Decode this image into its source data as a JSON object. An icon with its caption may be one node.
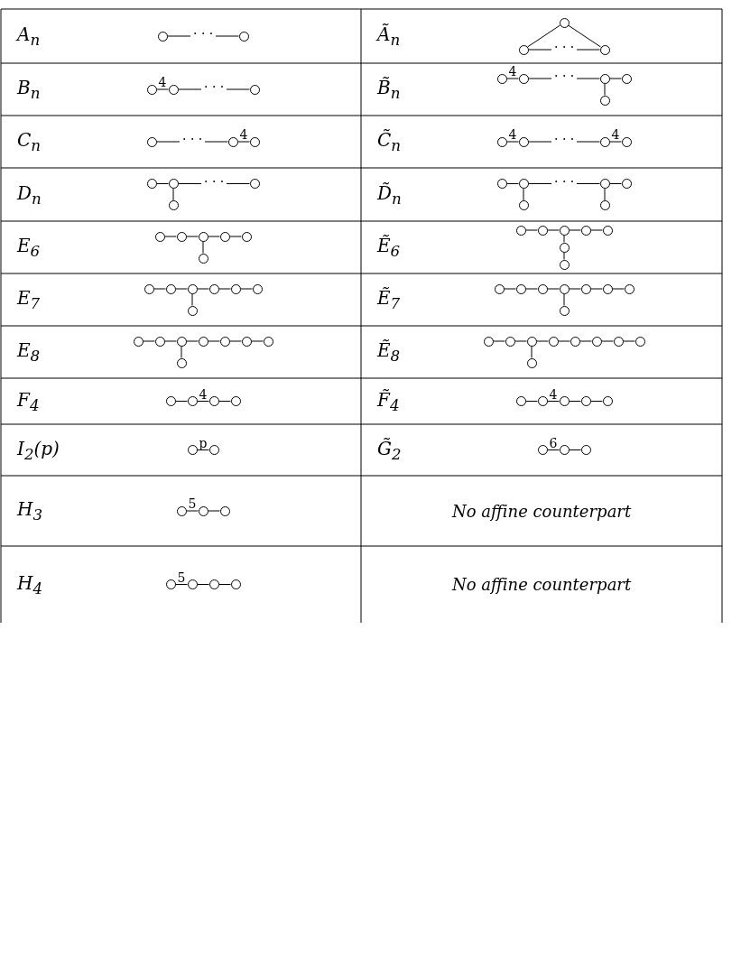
{
  "diagram": {
    "nodes": [
      {
        "text": [],
        "shape": "circle"
      },
      {
        "text": [],
        "shape": "circle"
      },
      {
        "text": [],
        "shape": "circle"
      },
      {
        "text": [],
        "shape": "circle"
      },
      {
        "text": [],
        "shape": "circle"
      },
      {
        "text": [],
        "shape": "circle"
      },
      {
        "text": [],
        "shape": "circle"
      },
      {
        "text": [],
        "shape": "circle"
      },
      {
        "text": [],
        "shape": "circle"
      },
      {
        "text": [],
        "shape": "circle"
      },
      {
        "text": [],
        "shape": "circle"
      },
      {
        "text": [],
        "shape": "circle"
      },
      {
        "text": [],
        "shape": "circle"
      },
      {
        "text": [],
        "shape": "circle"
      },
      {
        "text": [],
        "shape": "circle"
      },
      {
        "text": [],
        "shape": "circle"
      },
      {
        "text": [],
        "shape": "circle"
      },
      {
        "text": [],
        "shape": "circle"
      },
      {
        "text": [],
        "shape": "circle"
      },
      {
        "text": [],
        "shape": "circle"
      },
      {
        "text": [],
        "shape": "circle"
      },
      {
        "text": [],
        "shape": "circle"
      },
      {
        "text": [],
        "shape": "circle"
      },
      {
        "text": [],
        "shape": "circle"
      },
      {
        "text": [],
        "shape": "circle"
      },
      {
        "text": [],
        "shape": "circle"
      },
      {
        "text": [],
        "shape": "circle"
      },
      {
        "text": [],
        "shape": "circle"
      },
      {
        "text": [],
        "shape": "circle"
      },
      {
        "text": [],
        "shape": "circle"
      },
      {
        "text": [],
        "shape": "circle"
      },
      {
        "text": [],
        "shape": "circle"
      },
      {
        "text": [],
        "shape": "circle"
      },
      {
        "text": [],
        "shape": "circle"
      },
      {
        "text": [],
        "shape": "circle"
      },
      {
        "text": [],
        "shape": "circle"
      },
      {
        "text": [],
        "shape": "circle"
      },
      {
        "text": [],
        "shape": "circle"
      },
      {
        "text": [],
        "shape": "circle"
      },
      {
        "text": [],
        "shape": "circle"
      },
      {
        "text": [],
        "shape": "circle"
      },
      {
        "text": [],
        "shape": "circle"
      },
      {
        "text": [],
        "shape": "circle"
      },
      {
        "text": [],
        "shape": "circle"
      },
      {
        "text": [],
        "shape": "circle"
      },
      {
        "text": [],
        "shape": "circle"
      },
      {
        "text": [],
        "shape": "circle"
      },
      {
        "text": [],
        "shape": "circle"
      },
      {
        "text": [],
        "shape": "circle"
      },
      {
        "text": [],
        "shape": "circle"
      },
      {
        "text": [],
        "shape": "circle"
      },
      {
        "text": [],
        "shape": "circle"
      },
      {
        "text": [],
        "shape": "circle"
      },
      {
        "text": [],
        "shape": "circle"
      },
      {
        "text": [],
        "shape": "circle"
      },
      {
        "text": [],
        "shape": "circle"
      },
      {
        "text": [],
        "shape": "circle"
      },
      {
        "text": [],
        "shape": "circle"
      },
      {
        "text": [],
        "shape": "circle"
      },
      {
        "text": [],
        "shape": "circle"
      },
      {
        "text": [],
        "shape": "circle"
      },
      {
        "text": [],
        "shape": "circle"
      },
      {
        "text": [],
        "shape": "circle"
      },
      {
        "text": [],
        "shape": "circle"
      },
      {
        "text": [],
        "shape": "circle"
      },
      {
        "text": [],
        "shape": "circle"
      },
      {
        "text": [],
        "shape": "circle"
      },
      {
        "text": [],
        "shape": "circle"
      },
      {
        "text": [],
        "shape": "circle"
      },
      {
        "text": [],
        "shape": "circle"
      },
      {
        "text": [],
        "shape": "circle"
      },
      {
        "text": [],
        "shape": "circle"
      },
      {
        "text": [],
        "shape": "circle"
      },
      {
        "text": [],
        "shape": "circle"
      },
      {
        "text": [],
        "shape": "circle"
      },
      {
        "text": [],
        "shape": "circle"
      },
      {
        "text": [],
        "shape": "circle"
      },
      {
        "text": [],
        "shape": "circle"
      },
      {
        "text": [],
        "shape": "circle"
      },
      {
        "text": [],
        "shape": "circle"
      },
      {
        "text": [],
        "shape": "circle"
      },
      {
        "text": [],
        "shape": "circle"
      },
      {
        "text": [],
        "shape": "circle"
      },
      {
        "text": [],
        "shape": "circle"
      },
      {
        "text": [],
        "shape": "circle"
      },
      {
        "text": [],
        "shape": "circle"
      },
      {
        "text": [],
        "shape": "circle"
      },
      {
        "text": [],
        "shape": "circle"
      },
      {
        "text": [],
        "shape": "circle"
      },
      {
        "text": [],
        "shape": "circle"
      },
      {
        "text": [],
        "shape": "circle"
      },
      {
        "text": [],
        "shape": "circle"
      },
      {
        "text": [],
        "shape": "circle"
      },
      {
        "text": [],
        "shape": "circle"
      },
      {
        "text": [],
        "shape": "circle"
      },
      {
        "text": [],
        "shape": "circle"
      }
    ],
    "edges": [
      {
        "from": 0,
        "to": 1,
        "arrow": "none",
        "label": "· · ·"
      },
      {
        "from": 2,
        "to": 3,
        "arrow": "none"
      },
      {
        "from": 2,
        "to": 4,
        "arrow": "none"
      },
      {
        "from": 3,
        "to": 4,
        "arrow": "none",
        "label": "· · ·"
      },
      {
        "from": 5,
        "to": 6,
        "arrow": "none",
        "label": "4"
      },
      {
        "from": 6,
        "to": 7,
        "arrow": "none",
        "label": "· · ·"
      },
      {
        "from": 8,
        "to": 9,
        "arrow": "none",
        "label": "4"
      },
      {
        "from": 9,
        "to": 10,
        "arrow": "none",
        "label": "· · ·"
      },
      {
        "from": 10,
        "to": 11,
        "arrow": "none"
      },
      {
        "from": 10,
        "to": 12,
        "arrow": "none"
      },
      {
        "from": 13,
        "to": 14,
        "arrow": "none",
        "label": "· · ·"
      },
      {
        "from": 14,
        "to": 15,
        "arrow": "none",
        "label": "4"
      },
      {
        "from": 16,
        "to": 17,
        "arrow": "none",
        "label": "4"
      },
      {
        "from": 17,
        "to": 18,
        "arrow": "none",
        "label": "· · ·"
      },
      {
        "from": 18,
        "to": 19,
        "arrow": "none",
        "label": "4"
      },
      {
        "from": 20,
        "to": 21,
        "arrow": "none"
      },
      {
        "from": 21,
        "to": 22,
        "arrow": "none",
        "label": "· · ·"
      },
      {
        "from": 21,
        "to": 23,
        "arrow": "none"
      },
      {
        "from": 24,
        "to": 25,
        "arrow": "none"
      },
      {
        "from": 25,
        "to": 26,
        "arrow": "none",
        "label": "· · ·"
      },
      {
        "from": 26,
        "to": 27,
        "arrow": "none"
      },
      {
        "from": 25,
        "to": 28,
        "arrow": "none"
      },
      {
        "from": 26,
        "to": 29,
        "arrow": "none"
      },
      {
        "from": 30,
        "to": 31,
        "arrow": "none"
      },
      {
        "from": 31,
        "to": 32,
        "arrow": "none"
      },
      {
        "from": 32,
        "to": 33,
        "arrow": "none"
      },
      {
        "from": 33,
        "to": 34,
        "arrow": "none"
      },
      {
        "from": 32,
        "to": 35,
        "arrow": "none"
      },
      {
        "from": 36,
        "to": 37,
        "arrow": "none"
      },
      {
        "from": 37,
        "to": 38,
        "arrow": "none"
      },
      {
        "from": 38,
        "to": 39,
        "arrow": "none"
      },
      {
        "from": 39,
        "to": 40,
        "arrow": "none"
      },
      {
        "from": 38,
        "to": 41,
        "arrow": "none"
      },
      {
        "from": 41,
        "to": 42,
        "arrow": "none"
      },
      {
        "from": 43,
        "to": 44,
        "arrow": "none"
      },
      {
        "from": 44,
        "to": 45,
        "arrow": "none"
      },
      {
        "from": 45,
        "to": 46,
        "arrow": "none"
      },
      {
        "from": 46,
        "to": 47,
        "arrow": "none"
      },
      {
        "from": 47,
        "to": 48,
        "arrow": "none"
      },
      {
        "from": 45,
        "to": 49,
        "arrow": "none"
      },
      {
        "from": 50,
        "to": 51,
        "arrow": "none"
      },
      {
        "from": 51,
        "to": 52,
        "arrow": "none"
      },
      {
        "from": 52,
        "to": 53,
        "arrow": "none"
      },
      {
        "from": 53,
        "to": 54,
        "arrow": "none"
      },
      {
        "from": 54,
        "to": 55,
        "arrow": "none"
      },
      {
        "from": 55,
        "to": 56,
        "arrow": "none"
      },
      {
        "from": 53,
        "to": 57,
        "arrow": "none"
      },
      {
        "from": 58,
        "to": 59,
        "arrow": "none"
      },
      {
        "from": 59,
        "to": 60,
        "arrow": "none"
      },
      {
        "from": 60,
        "to": 61,
        "arrow": "none"
      },
      {
        "from": 61,
        "to": 62,
        "arrow": "none"
      },
      {
        "from": 62,
        "to": 63,
        "arrow": "none"
      },
      {
        "from": 63,
        "to": 64,
        "arrow": "none"
      },
      {
        "from": 60,
        "to": 65,
        "arrow": "none"
      },
      {
        "from": 66,
        "to": 67,
        "arrow": "none"
      },
      {
        "from": 67,
        "to": 68,
        "arrow": "none"
      },
      {
        "from": 68,
        "to": 69,
        "arrow": "none"
      },
      {
        "from": 69,
        "to": 70,
        "arrow": "none"
      },
      {
        "from": 70,
        "to": 71,
        "arrow": "none"
      },
      {
        "from": 71,
        "to": 72,
        "arrow": "none"
      },
      {
        "from": 72,
        "to": 73,
        "arrow": "none"
      },
      {
        "from": 68,
        "to": 74,
        "arrow": "none"
      },
      {
        "from": 75,
        "to": 76,
        "arrow": "none"
      },
      {
        "from": 76,
        "to": 77,
        "arrow": "none",
        "label": "4"
      },
      {
        "from": 77,
        "to": 78,
        "arrow": "none"
      },
      {
        "from": 79,
        "to": 80,
        "arrow": "none"
      },
      {
        "from": 80,
        "to": 81,
        "arrow": "none",
        "label": "4"
      },
      {
        "from": 81,
        "to": 82,
        "arrow": "none"
      },
      {
        "from": 82,
        "to": 83,
        "arrow": "none"
      },
      {
        "from": 84,
        "to": 85,
        "arrow": "none",
        "label": "p"
      },
      {
        "from": 86,
        "to": 87,
        "arrow": "none",
        "label": "6"
      },
      {
        "from": 87,
        "to": 88,
        "arrow": "none"
      },
      {
        "from": 89,
        "to": 90,
        "arrow": "none",
        "label": "5"
      },
      {
        "from": 90,
        "to": 91,
        "arrow": "none"
      },
      {
        "from": 92,
        "to": 93,
        "arrow": "none",
        "label": "5"
      },
      {
        "from": 93,
        "to": 94,
        "arrow": "none"
      },
      {
        "from": 94,
        "to": 95,
        "arrow": "none"
      }
    ],
    "labels": [
      "A$_{n}$",
      "Ã$_{n}$",
      "B$_{n}$",
      "B̃$_{n}$",
      "C$_{n}$",
      "C̃$_{n}$",
      "D$_{n}$",
      "D̃$_{n}$",
      "E$_{6}$",
      "Ẽ$_{6}$",
      "E$_{7}$",
      "Ẽ$_{7}$",
      "E$_{8}$",
      "Ẽ$_{8}$",
      "F$_{4}$",
      "F̃$_{4}$",
      "I$_{2}$(p)",
      "G̃$_{2}$",
      "H$_{3}$",
      "No affine counterpart",
      "H$_{4}$",
      "No affine counterpart"
    ]
  }
}
